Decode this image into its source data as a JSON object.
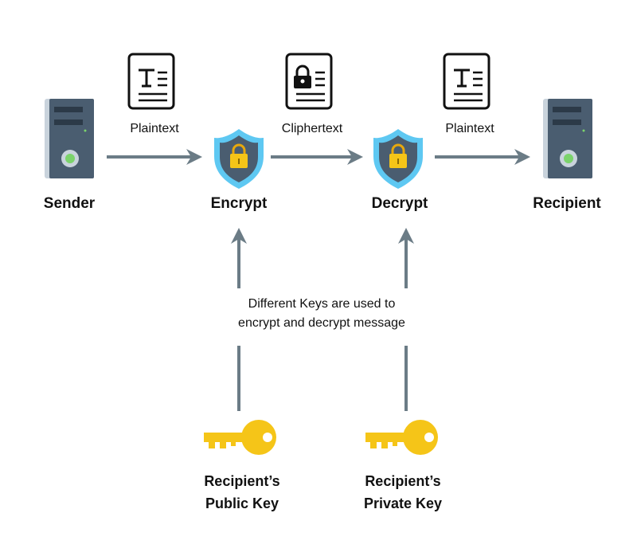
{
  "nodes": {
    "sender": "Sender",
    "encrypt": "Encrypt",
    "decrypt": "Decrypt",
    "recipient": "Recipient"
  },
  "messages": {
    "plaintext_in": "Plaintext",
    "ciphertext": "Cliphertext",
    "plaintext_out": "Plaintext"
  },
  "note": {
    "line1": "Different Keys are used to",
    "line2": "encrypt and decrypt message"
  },
  "keys": {
    "public": {
      "line1": "Recipient’s",
      "line2": "Public Key"
    },
    "private": {
      "line1": "Recipient’s",
      "line2": "Private Key"
    }
  },
  "colors": {
    "arrow": "#6b7c86",
    "server_body": "#4a5d70",
    "server_side": "#c9d3dc",
    "shield_outer": "#5ec8f2",
    "shield_inner": "#4a5d70",
    "lock": "#f5c518",
    "key": "#f5c518",
    "status_light": "#7bd36b"
  }
}
